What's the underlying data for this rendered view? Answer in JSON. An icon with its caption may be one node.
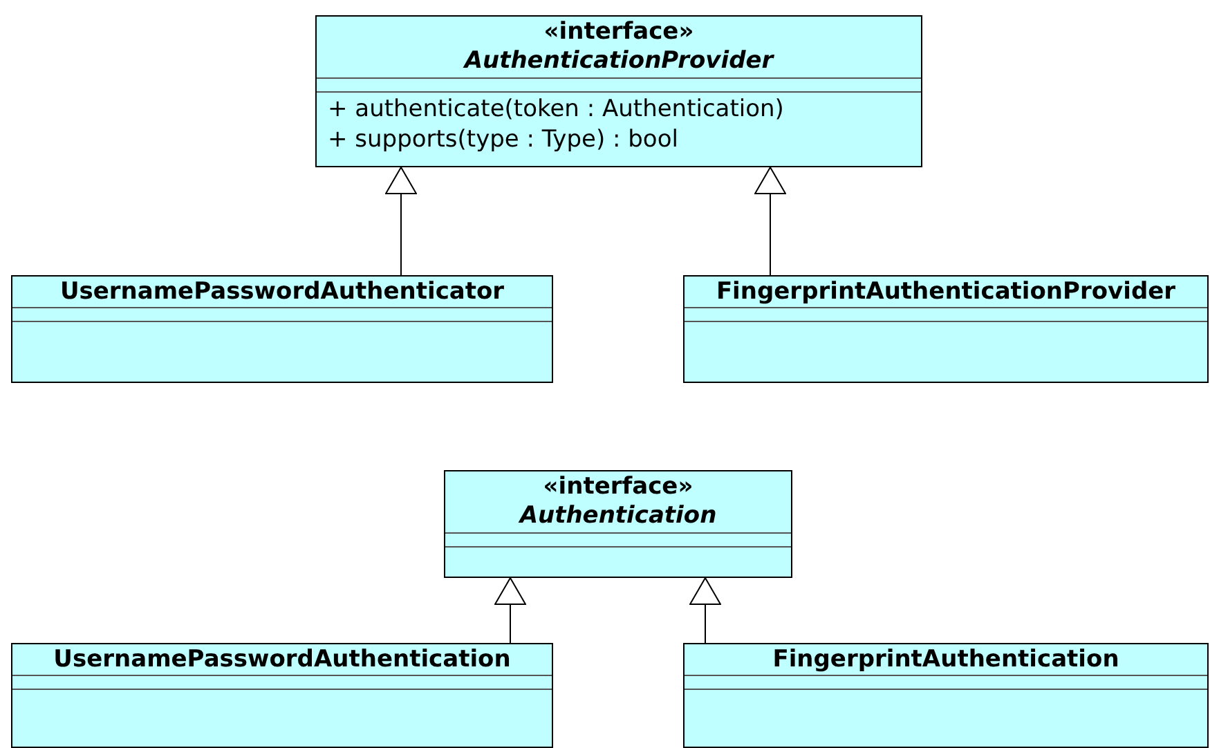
{
  "diagram": {
    "nodes": [
      {
        "text": [
          "«interface»",
          "AuthenticationProvider",
          "+ authenticate(token : Authentication)",
          "+ supports(type : Type) : bool"
        ]
      },
      {
        "text": [
          "UsernamePasswordAuthenticator"
        ]
      },
      {
        "text": [
          "FingerprintAuthenticationProvider"
        ]
      },
      {
        "text": [
          "«interface»",
          "Authentication"
        ]
      },
      {
        "text": [
          "UsernamePasswordAuthentication"
        ]
      },
      {
        "text": [
          "FingerprintAuthentication"
        ]
      }
    ],
    "edges": [
      {
        "from": 1,
        "to": 0,
        "arrow": "to"
      },
      {
        "from": 2,
        "to": 0,
        "arrow": "to"
      },
      {
        "from": 4,
        "to": 3,
        "arrow": "to"
      },
      {
        "from": 5,
        "to": 3,
        "arrow": "to"
      }
    ]
  }
}
